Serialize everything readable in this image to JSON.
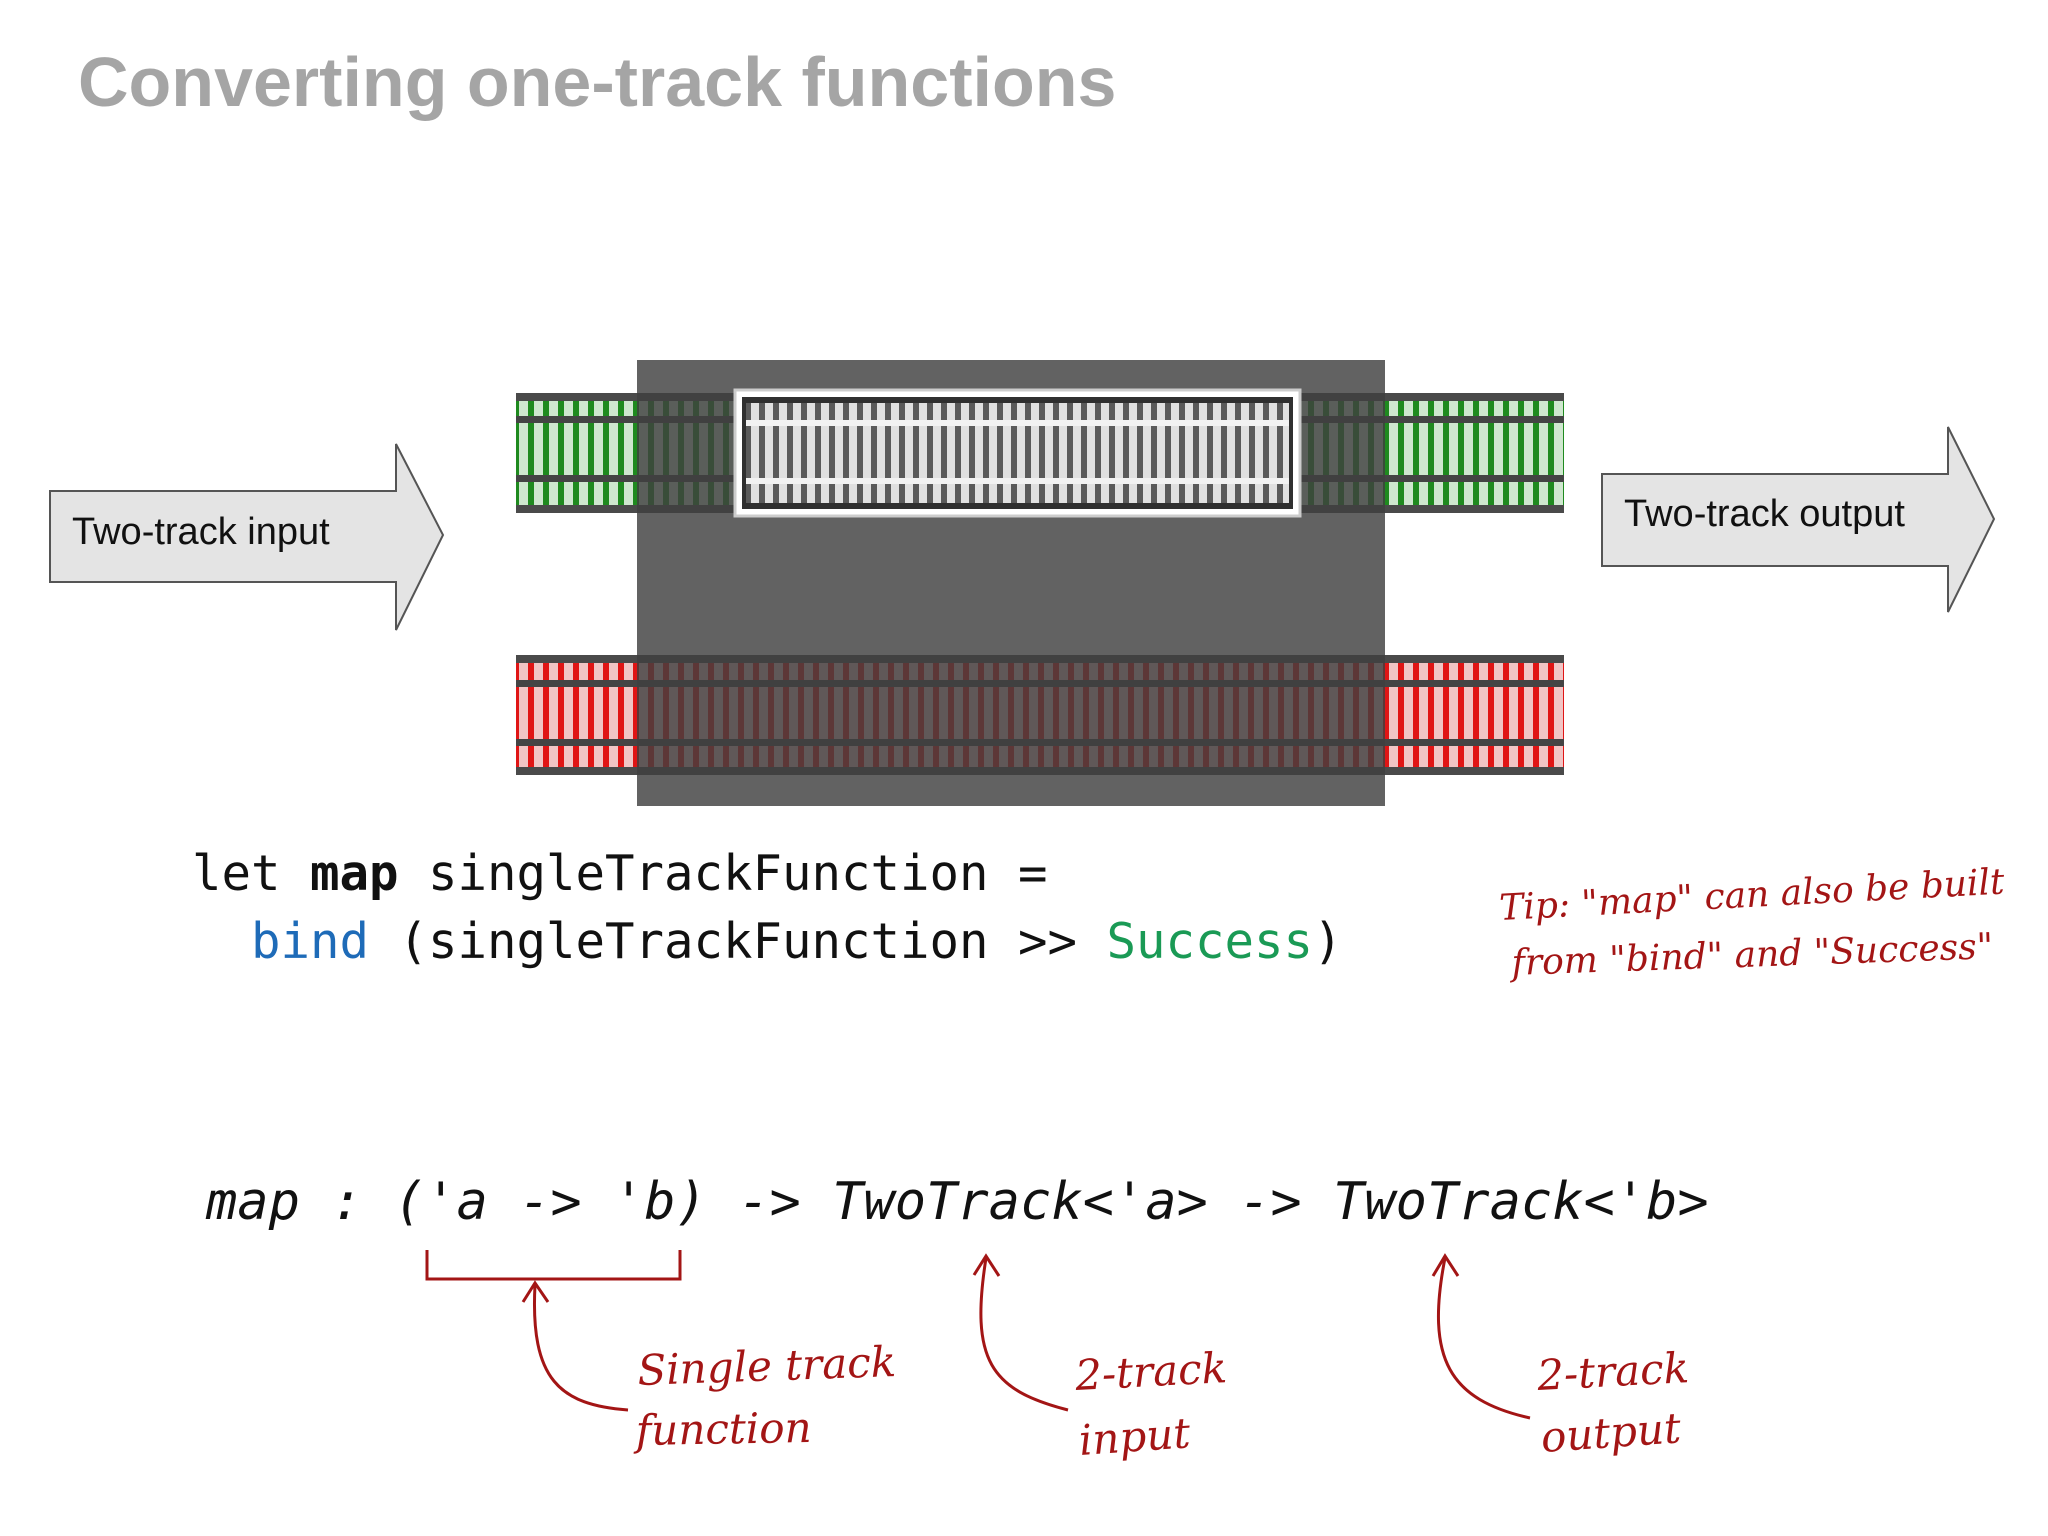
{
  "title": "Converting one-track functions",
  "arrows": {
    "input_label": "Two-track input",
    "output_label": "Two-track output"
  },
  "code": {
    "line1": {
      "kw_let": "let ",
      "kw_map": "map",
      "rest": " singleTrackFunction ="
    },
    "line2": {
      "indent": "  ",
      "kw_bind": "bind",
      "middle": " (singleTrackFunction >> ",
      "kw_success": "Success",
      "close": ")"
    }
  },
  "tip": {
    "line1": "Tip: \"map\" can also be built",
    "line2": "from \"bind\" and \"Success\""
  },
  "signature": "map : ('a -> 'b) -> TwoTrack<'a> -> TwoTrack<'b>",
  "annotations": {
    "single_track_line1": "Single track",
    "single_track_line2": "function",
    "input_line1": "2-track",
    "input_line2": "input",
    "output_line1": "2-track",
    "output_line2": "output"
  },
  "colors": {
    "title": "#a5a5a5",
    "success_track": "#1f8a1f",
    "failure_track": "#e01515",
    "annotation": "#a31515",
    "keyword_blue": "#1e6bb8",
    "keyword_green": "#1a9a55",
    "arrow_fill": "#e4e4e4"
  }
}
